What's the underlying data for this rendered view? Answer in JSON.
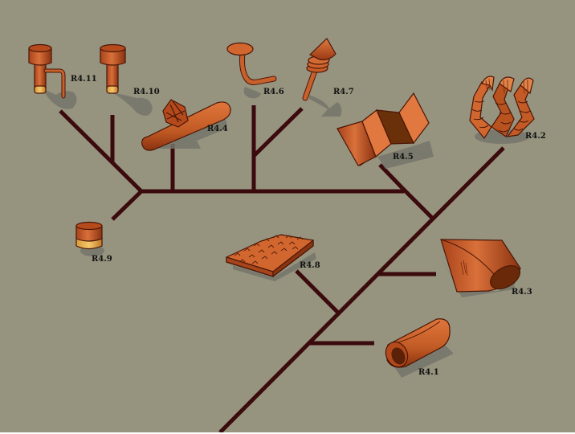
{
  "diagram": {
    "title": "",
    "background": "#96937f",
    "branch_color": "#3b0a0d",
    "object_color": "#d2662f",
    "nodes": [
      {
        "id": "r4_11",
        "label": "R4.11",
        "shape": "funnel-with-bent-pipe"
      },
      {
        "id": "r4_10",
        "label": "R4.10",
        "shape": "funnel"
      },
      {
        "id": "r4_4",
        "label": "R4.4",
        "shape": "tube-with-basket-ring"
      },
      {
        "id": "r4_6",
        "label": "R4.6",
        "shape": "disc-on-bent-stalk"
      },
      {
        "id": "r4_7",
        "label": "R4.7",
        "shape": "ridged-cone-on-stalk"
      },
      {
        "id": "r4_5",
        "label": "R4.5",
        "shape": "folded-zigzag-sheet"
      },
      {
        "id": "r4_2",
        "label": "R4.2",
        "shape": "coiled-branched-tubes"
      },
      {
        "id": "r4_9",
        "label": "R4.9",
        "shape": "short-cup"
      },
      {
        "id": "r4_8",
        "label": "R4.8",
        "shape": "ridged-slab"
      },
      {
        "id": "r4_3",
        "label": "R4.3",
        "shape": "flared-sheet-cone"
      },
      {
        "id": "r4_1",
        "label": "R4.1",
        "shape": "open-cylinder"
      }
    ],
    "tree": {
      "root": "trunk",
      "clades": [
        {
          "name": "upper-left-group",
          "members": [
            "R4.11",
            "R4.10",
            "R4.9",
            "R4.4",
            "R4.6",
            "R4.7",
            "R4.5"
          ]
        },
        {
          "name": "r4.6-r4.7-pair",
          "members": [
            "R4.6",
            "R4.7"
          ]
        },
        {
          "name": "r4.11-r4.10-pair",
          "members": [
            "R4.11",
            "R4.10"
          ]
        },
        {
          "name": "upper-group-plus-r4.2",
          "members": [
            "R4.11",
            "R4.10",
            "R4.9",
            "R4.4",
            "R4.6",
            "R4.7",
            "R4.5",
            "R4.2"
          ]
        },
        {
          "name": "plus-r4.3",
          "members": [
            "R4.3"
          ]
        },
        {
          "name": "plus-r4.8",
          "members": [
            "R4.8"
          ]
        },
        {
          "name": "plus-r4.1",
          "members": [
            "R4.1"
          ]
        }
      ]
    }
  }
}
